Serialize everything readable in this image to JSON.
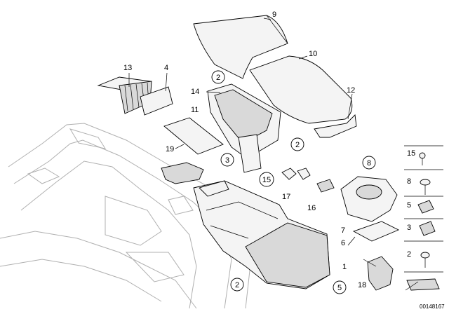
{
  "diagram": {
    "reference_number": "00148167",
    "callouts": [
      {
        "id": "c1",
        "label": "9",
        "circled": false
      },
      {
        "id": "c2",
        "label": "10",
        "circled": false
      },
      {
        "id": "c3",
        "label": "13",
        "circled": false
      },
      {
        "id": "c4",
        "label": "4",
        "circled": false
      },
      {
        "id": "c5",
        "label": "2",
        "circled": true
      },
      {
        "id": "c6",
        "label": "14",
        "circled": false
      },
      {
        "id": "c7",
        "label": "12",
        "circled": false
      },
      {
        "id": "c8",
        "label": "11",
        "circled": false
      },
      {
        "id": "c9",
        "label": "2",
        "circled": true
      },
      {
        "id": "c10",
        "label": "19",
        "circled": false
      },
      {
        "id": "c11",
        "label": "3",
        "circled": true
      },
      {
        "id": "c12",
        "label": "15",
        "circled": true
      },
      {
        "id": "c13",
        "label": "17",
        "circled": false
      },
      {
        "id": "c14",
        "label": "16",
        "circled": false
      },
      {
        "id": "c15",
        "label": "8",
        "circled": true
      },
      {
        "id": "c16",
        "label": "7",
        "circled": false
      },
      {
        "id": "c17",
        "label": "6",
        "circled": false
      },
      {
        "id": "c18",
        "label": "1",
        "circled": false
      },
      {
        "id": "c19",
        "label": "2",
        "circled": true
      },
      {
        "id": "c20",
        "label": "5",
        "circled": true
      },
      {
        "id": "c21",
        "label": "18",
        "circled": false
      }
    ],
    "legend": [
      {
        "label": "15",
        "icon": "screw-icon"
      },
      {
        "label": "8",
        "icon": "bolt-icon"
      },
      {
        "label": "5",
        "icon": "clip-icon"
      },
      {
        "label": "3",
        "icon": "clip-icon"
      },
      {
        "label": "2",
        "icon": "screw-icon"
      }
    ]
  }
}
